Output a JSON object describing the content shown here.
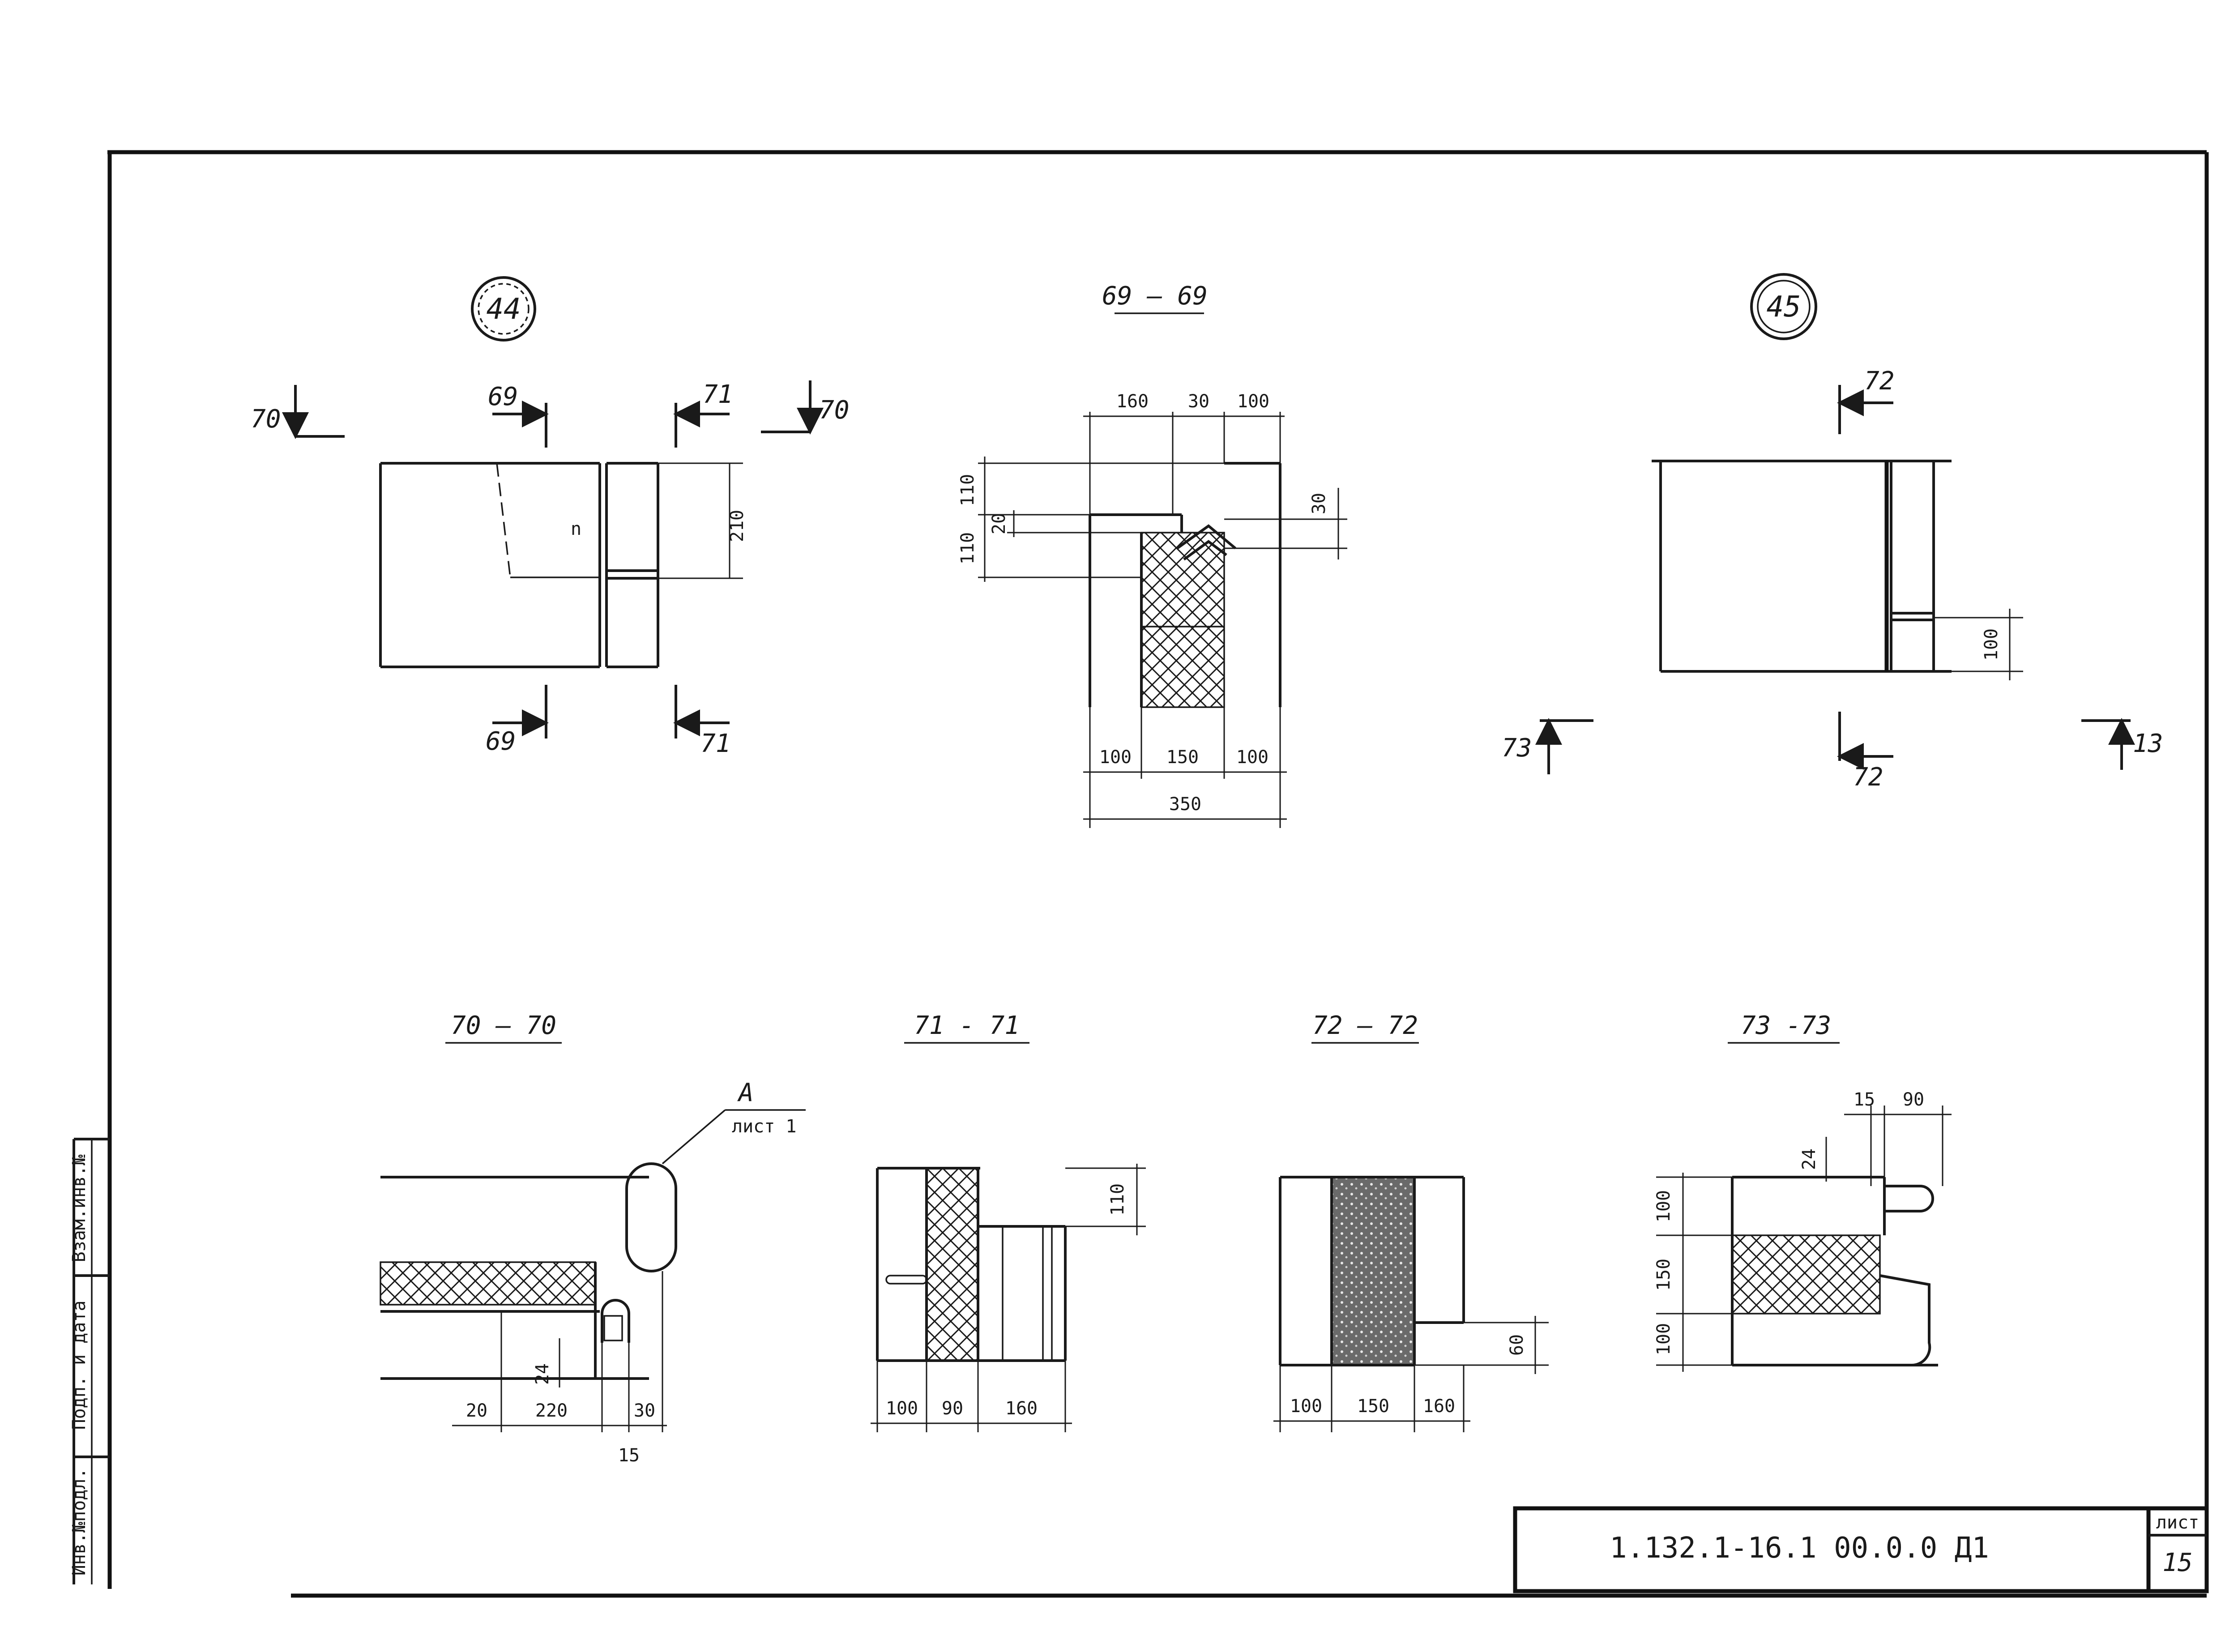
{
  "callouts": {
    "left": "44",
    "right": "45"
  },
  "section_titles": {
    "s69": "69 — 69",
    "s70": "70 — 70",
    "s71": "71 - 71",
    "s72": "72 — 72",
    "s73": "73 -73"
  },
  "cut_marks": {
    "d44_70_left": "70",
    "d44_70_right": "70",
    "d44_69_top": "69",
    "d44_69_bottom": "69",
    "d44_71_top": "71",
    "d44_71_bottom": "71",
    "d45_72_top": "72",
    "d45_72_bottom": "72",
    "d45_73_left": "73",
    "d45_73_right": "13"
  },
  "d44": {
    "dim_210": "210",
    "mark_n": "n"
  },
  "s69_dims": {
    "top_160": "160",
    "top_30": "30",
    "top_100": "100",
    "left_110a": "110",
    "left_20": "20",
    "left_110b": "110",
    "right_30": "30",
    "bot_100a": "100",
    "bot_150": "150",
    "bot_100b": "100",
    "total": "350"
  },
  "d45": {
    "dim_100": "100"
  },
  "s70_dims": {
    "leader_a": "A",
    "leader_sheet": "лист 1",
    "d20": "20",
    "d220": "220",
    "d30": "30",
    "d15": "15",
    "d24": "24"
  },
  "s71_dims": {
    "d100": "100",
    "d90": "90",
    "d160": "160",
    "d110": "110"
  },
  "s72_dims": {
    "d100": "100",
    "d150": "150",
    "d160": "160",
    "d60": "60"
  },
  "s73_dims": {
    "d15": "15",
    "d90": "90",
    "d24": "24",
    "d100a": "100",
    "d150": "150",
    "d100b": "100"
  },
  "title_block": {
    "code": "1.132.1-16.1 00.0.0 Д1",
    "sheet_label": "лист",
    "sheet_number": "15"
  },
  "side_stamp": {
    "col1": "Взам.инв.№",
    "col2": "Подп. и дата",
    "col3": "Инв.№подл."
  }
}
